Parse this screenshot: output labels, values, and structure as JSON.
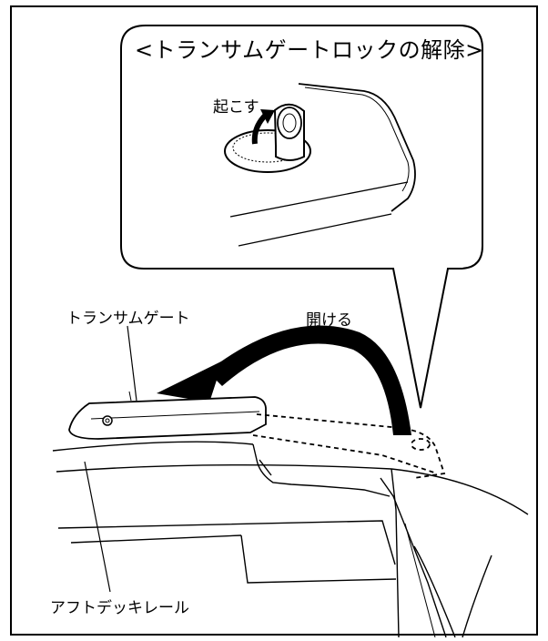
{
  "callout": {
    "title": "<トランサムゲートロックの解除>",
    "action_label": "起こす"
  },
  "labels": {
    "transom_gate": "トランサムゲート",
    "open_action": "開ける",
    "aft_deck_rail": "アフトデッキレール"
  },
  "colors": {
    "ink": "#000000",
    "background": "#ffffff"
  }
}
